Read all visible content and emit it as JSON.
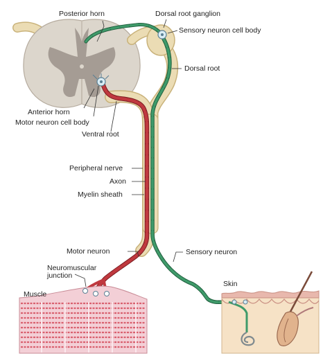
{
  "labels": {
    "posterior_horn": "Posterior horn",
    "dorsal_root_ganglion": "Dorsal root ganglion",
    "sensory_neuron_cell_body": "Sensory neuron cell body",
    "dorsal_root": "Dorsal root",
    "anterior_horn": "Anterior horn",
    "motor_neuron_cell_body": "Motor neuron cell body",
    "ventral_root": "Ventral root",
    "peripheral_nerve": "Peripheral nerve",
    "axon": "Axon",
    "myelin_sheath": "Myelin sheath",
    "motor_neuron": "Motor neuron",
    "sensory_neuron": "Sensory neuron",
    "neuromuscular_junction_line1": "Neuromuscular",
    "neuromuscular_junction_line2": "junction",
    "muscle": "Muscle",
    "skin": "Skin"
  },
  "colors": {
    "nerve_tissue": "#ebdcb4",
    "nerve_outline": "#c9b27a",
    "gray_matter": "#a59c94",
    "white_matter": "#dcd6cc",
    "motor_axon": "#c0393f",
    "sensory_axon": "#3f9a6a",
    "muscle_fill": "#f3cfd6",
    "muscle_stripe": "#d9606f",
    "skin_top": "#e8b8ad",
    "skin_dermis": "#f6e2c6"
  }
}
